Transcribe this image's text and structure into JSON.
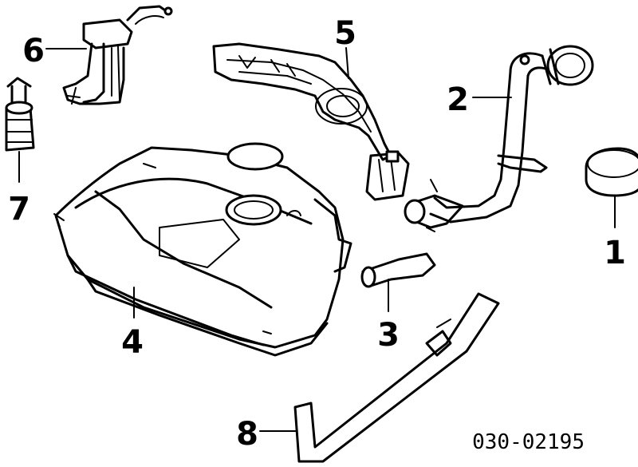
{
  "callouts": {
    "c1": "1",
    "c2": "2",
    "c3": "3",
    "c4": "4",
    "c5": "5",
    "c6": "6",
    "c7": "7",
    "c8": "8"
  },
  "part_number": "030-02195"
}
